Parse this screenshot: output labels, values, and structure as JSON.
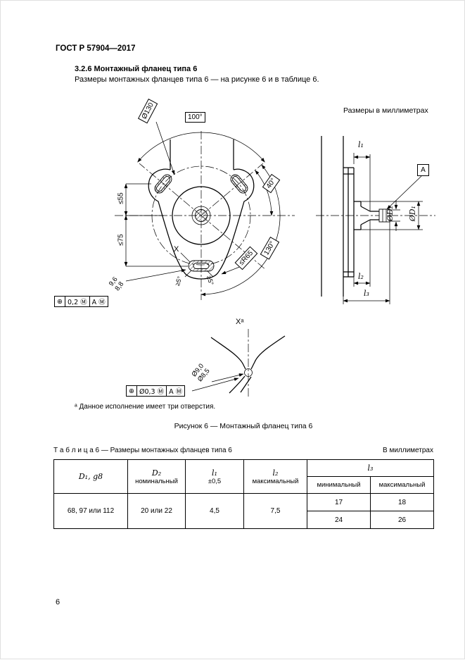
{
  "header": {
    "doc_number": "ГОСТ Р 57904—2017"
  },
  "section": {
    "heading": "3.2.6  Монтажный фланец типа 6",
    "body": "Размеры монтажных фланцев типа 6 — на рисунке 6 и в таблице 6."
  },
  "figure": {
    "units_note": "Размеры в миллиметрах",
    "front": {
      "dia130": "Ø130",
      "angle100": "100°",
      "le55": "≤55",
      "le75": "≤75",
      "angle40": "40°",
      "angle130": "130°",
      "r65": "≤R65",
      "ge5_left": "≥5°",
      "ge5_right": "≥5°",
      "slot_out": "9,6",
      "slot_in": "8,8",
      "x_marker": "X",
      "fcf_sym": "⊕",
      "fcf_tol": "0,2 Ⓜ",
      "fcf_datum": "A Ⓜ"
    },
    "side": {
      "l1": "l₁",
      "l2": "l₂",
      "l3": "l₃",
      "dd1": "ØD₁",
      "dd2": "ØD₂",
      "datum": "A"
    },
    "detail": {
      "title": "Xᵃ",
      "dia_out": "Ø9,0",
      "dia_in": "Ø8,5",
      "fcf_sym": "⊕",
      "fcf_tol": "Ø0,3 Ⓜ",
      "fcf_datum": "A Ⓜ"
    },
    "footnote": "ᵃ Данное исполнение имеет три отверстия.",
    "caption": "Рисунок 6 — Монтажный фланец типа 6"
  },
  "table": {
    "title": "Т а б л и ц а  6 — Размеры монтажных фланцев типа 6",
    "units": "В миллиметрах",
    "head": {
      "c1": "D₁, g8",
      "c2_sym": "D₂",
      "c2_desc": "номинальный",
      "c3_sym": "l₁",
      "c3_desc": "±0,5",
      "c4_sym": "l₂",
      "c4_desc": "максимальный",
      "c5_sym": "l₃",
      "c5_min": "минимальный",
      "c5_max": "максимальный"
    },
    "row": {
      "d1": "68, 97 или 112",
      "d2": "20 или 22",
      "l1": "4,5",
      "l2": "7,5",
      "l3_rows": [
        [
          "17",
          "18"
        ],
        [
          "24",
          "26"
        ]
      ]
    }
  },
  "page_number": "6"
}
